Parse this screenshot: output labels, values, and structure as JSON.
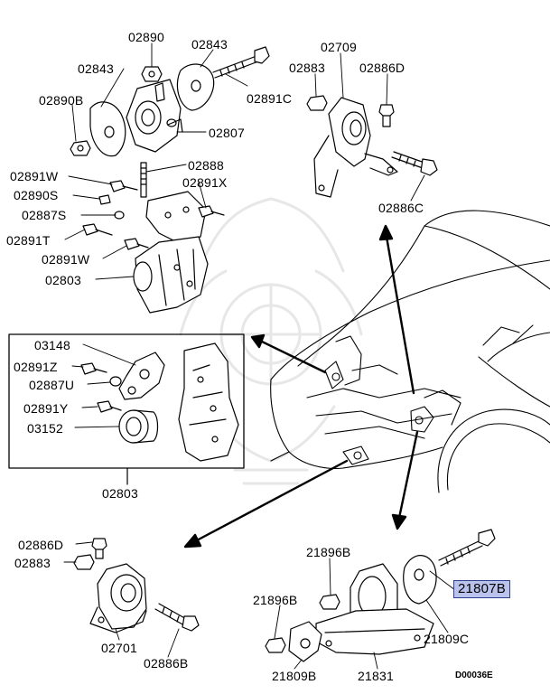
{
  "diagram_code": "D00036E",
  "highlight_color": "#b9c3ec",
  "labels": {
    "p02890": "02890",
    "p02843_top": "02843",
    "p02843_left": "02843",
    "p02891C": "02891C",
    "p02890B": "02890B",
    "p02807": "02807",
    "p02888": "02888",
    "p02891W_a": "02891W",
    "p02891X": "02891X",
    "p02890S": "02890S",
    "p02887S": "02887S",
    "p02891T": "02891T",
    "p02891W_b": "02891W",
    "p02803_top": "02803",
    "p02709": "02709",
    "p02883_top": "02883",
    "p02886D_top": "02886D",
    "p02886C": "02886C",
    "p03148": "03148",
    "p02891Z": "02891Z",
    "p02887U": "02887U",
    "p02891Y": "02891Y",
    "p03152": "03152",
    "p02803_box": "02803",
    "p02886D_bl": "02886D",
    "p02883_bl": "02883",
    "p02701": "02701",
    "p02886B": "02886B",
    "p21896B_a": "21896B",
    "p21896B_b": "21896B",
    "p21807B": "21807B",
    "p21809C": "21809C",
    "p21809B": "21809B",
    "p21831": "21831"
  }
}
